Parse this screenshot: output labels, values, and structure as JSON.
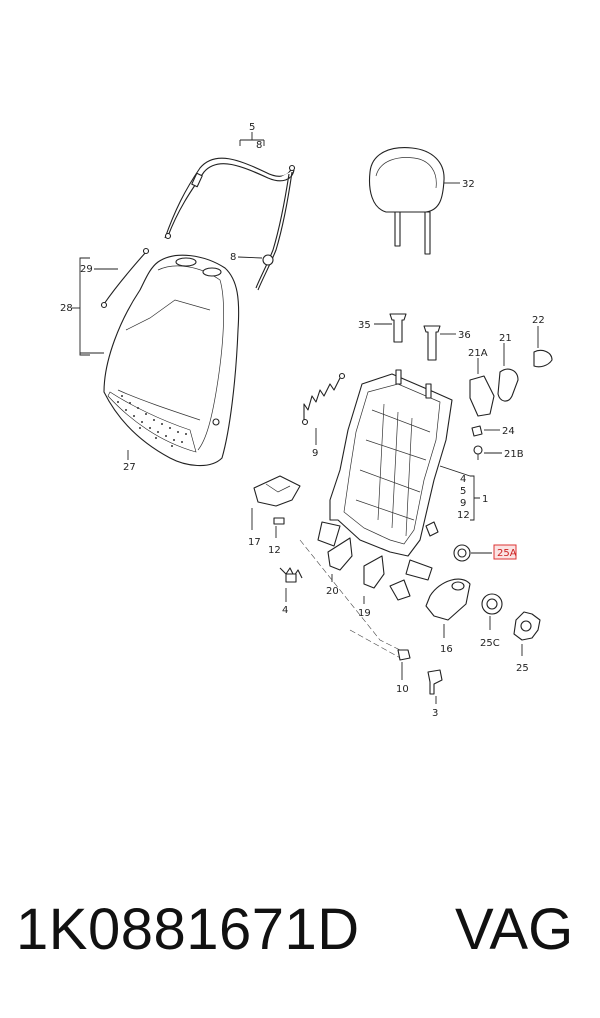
{
  "footer": {
    "part_number": "1K0881671D",
    "brand": "VAG"
  },
  "callouts": {
    "c5": "5",
    "c8": "8",
    "c8b": "8",
    "c29": "29",
    "c28": "28",
    "c27": "27",
    "c32": "32",
    "c35": "35",
    "c36": "36",
    "c21A": "21A",
    "c21": "21",
    "c22": "22",
    "c9": "9",
    "c24": "24",
    "c21B": "21B",
    "c4a": "4",
    "c5b": "5",
    "c9b": "9",
    "c12a": "12",
    "c1": "1",
    "c25A": "25A",
    "c17": "17",
    "c12": "12",
    "c20": "20",
    "c4": "4",
    "c19": "19",
    "c16": "16",
    "c25C": "25C",
    "c25": "25",
    "c10": "10",
    "c3": "3"
  },
  "highlight_color": "#dd3333"
}
